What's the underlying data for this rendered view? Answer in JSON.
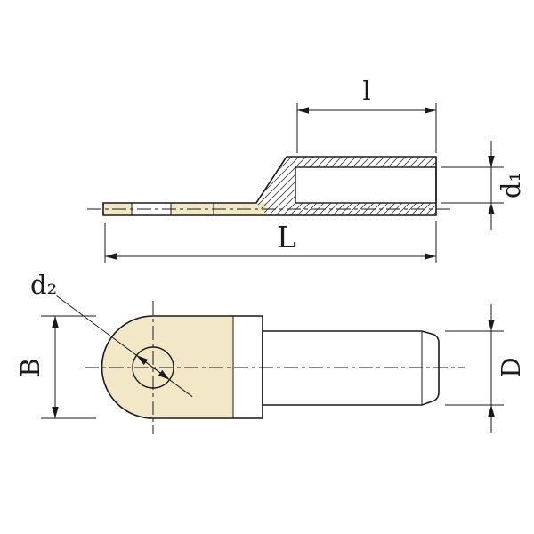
{
  "labels": {
    "l": "l",
    "d1": "d₁",
    "L": "L",
    "d2": "d₂",
    "B": "B",
    "D": "D"
  },
  "colors": {
    "background": "#ffffff",
    "palm": "#f2e8c8",
    "barrel": "#cccccc",
    "line": "#1a1a1a"
  }
}
